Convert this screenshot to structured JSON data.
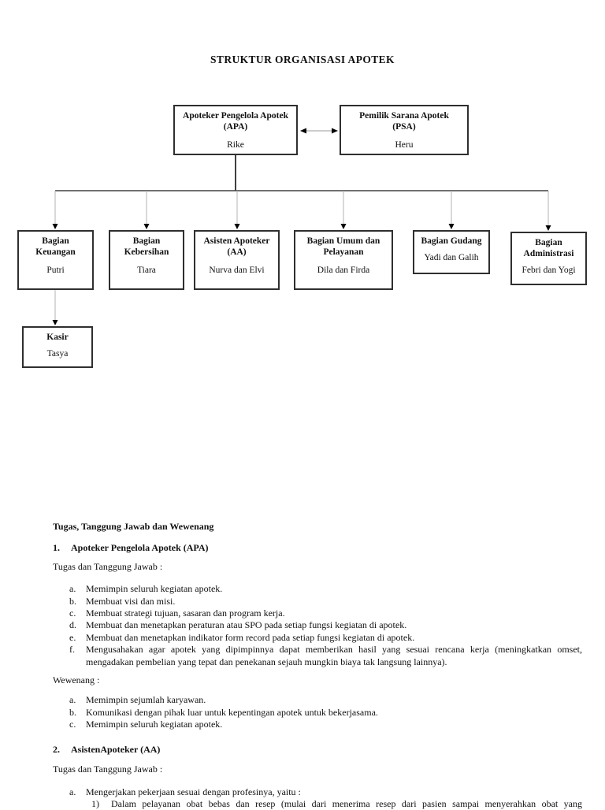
{
  "doc_title": "STRUKTUR ORGANISASI APOTEK",
  "chart": {
    "type": "org-chart",
    "colors": {
      "box_border": "#2f2f2f",
      "line_dark": "#404040",
      "line_light": "#b3b3b3",
      "arrowhead": "#000000"
    },
    "nodes": {
      "apa": {
        "title": "Apoteker Pengelola Apotek",
        "abbr": "(APA)",
        "person": "Rike"
      },
      "psa": {
        "title": "Pemilik Sarana Apotek",
        "abbr": "(PSA)",
        "person": "Heru"
      },
      "keuangan": {
        "title": "Bagian Keuangan",
        "person": "Putri"
      },
      "kebersihan": {
        "title": "Bagian Kebersihan",
        "person": "Tiara"
      },
      "asisten": {
        "title": "Asisten Apoteker",
        "abbr": "(AA)",
        "person": "Nurva dan Elvi"
      },
      "umum": {
        "title": "Bagian Umum dan Pelayanan",
        "person": "Dila dan Firda"
      },
      "gudang": {
        "title": "Bagian Gudang",
        "person": "Yadi dan Galih"
      },
      "administrasi": {
        "title": "Bagian Administrasi",
        "person": "Febri dan Yogi"
      },
      "kasir": {
        "title": "Kasir",
        "person": "Tasya"
      }
    },
    "edges": [
      "APA <-> PSA (double arrow)",
      "APA -> Bagian Keuangan",
      "APA -> Bagian Kebersihan",
      "APA -> Asisten Apoteker (AA)",
      "APA -> Bagian Umum dan Pelayanan",
      "APA -> Bagian Gudang",
      "APA -> Bagian Administrasi",
      "Bagian Keuangan -> Kasir"
    ]
  },
  "body": {
    "heading": "Tugas, Tanggung Jawab dan Wewenang",
    "section1": {
      "number": "1.",
      "title": "Apoteker Pengelola Apotek (APA)",
      "tugas_label": "Tugas dan Tanggung Jawab :",
      "tugas": [
        {
          "marker": "a.",
          "text": "Memimpin seluruh kegiatan apotek."
        },
        {
          "marker": "b.",
          "text": "Membuat visi dan misi."
        },
        {
          "marker": "c.",
          "text": "Membuat strategi tujuan, sasaran dan program kerja."
        },
        {
          "marker": "d.",
          "text": "Membuat dan menetapkan peraturan atau SPO pada setiap fungsi kegiatan di apotek."
        },
        {
          "marker": "e.",
          "text": "Membuat dan menetapkan indikator form record pada setiap fungsi kegiatan di apotek."
        },
        {
          "marker": "f.",
          "text": "Mengusahakan agar apotek yang dipimpinnya dapat memberikan hasil yang sesuai rencana kerja (meningkatkan omset, mengadakan pembelian yang tepat dan penekanan sejauh mungkin biaya tak langsung lainnya)."
        }
      ],
      "wewenang_label": "Wewenang :",
      "wewenang": [
        {
          "marker": "a.",
          "text": "Memimpin sejumlah karyawan."
        },
        {
          "marker": "b.",
          "text": "Komunikasi dengan pihak luar untuk kepentingan apotek untuk bekerjasama."
        },
        {
          "marker": "c.",
          "text": "Memimpin seluruh kegiatan apotek."
        }
      ]
    },
    "section2": {
      "number": "2.",
      "title": "AsistenApoteker (AA)",
      "tugas_label": "Tugas dan Tanggung Jawab :",
      "items": [
        {
          "marker": "a.",
          "text": "Mengerjakan pekerjaan sesuai dengan profesinya, yaitu :"
        }
      ],
      "sub_items": [
        {
          "marker": "1)",
          "text": "Dalam pelayanan obat bebas dan resep (mulai dari menerima resep dari pasien sampai menyerahkan obat yang"
        }
      ]
    }
  }
}
